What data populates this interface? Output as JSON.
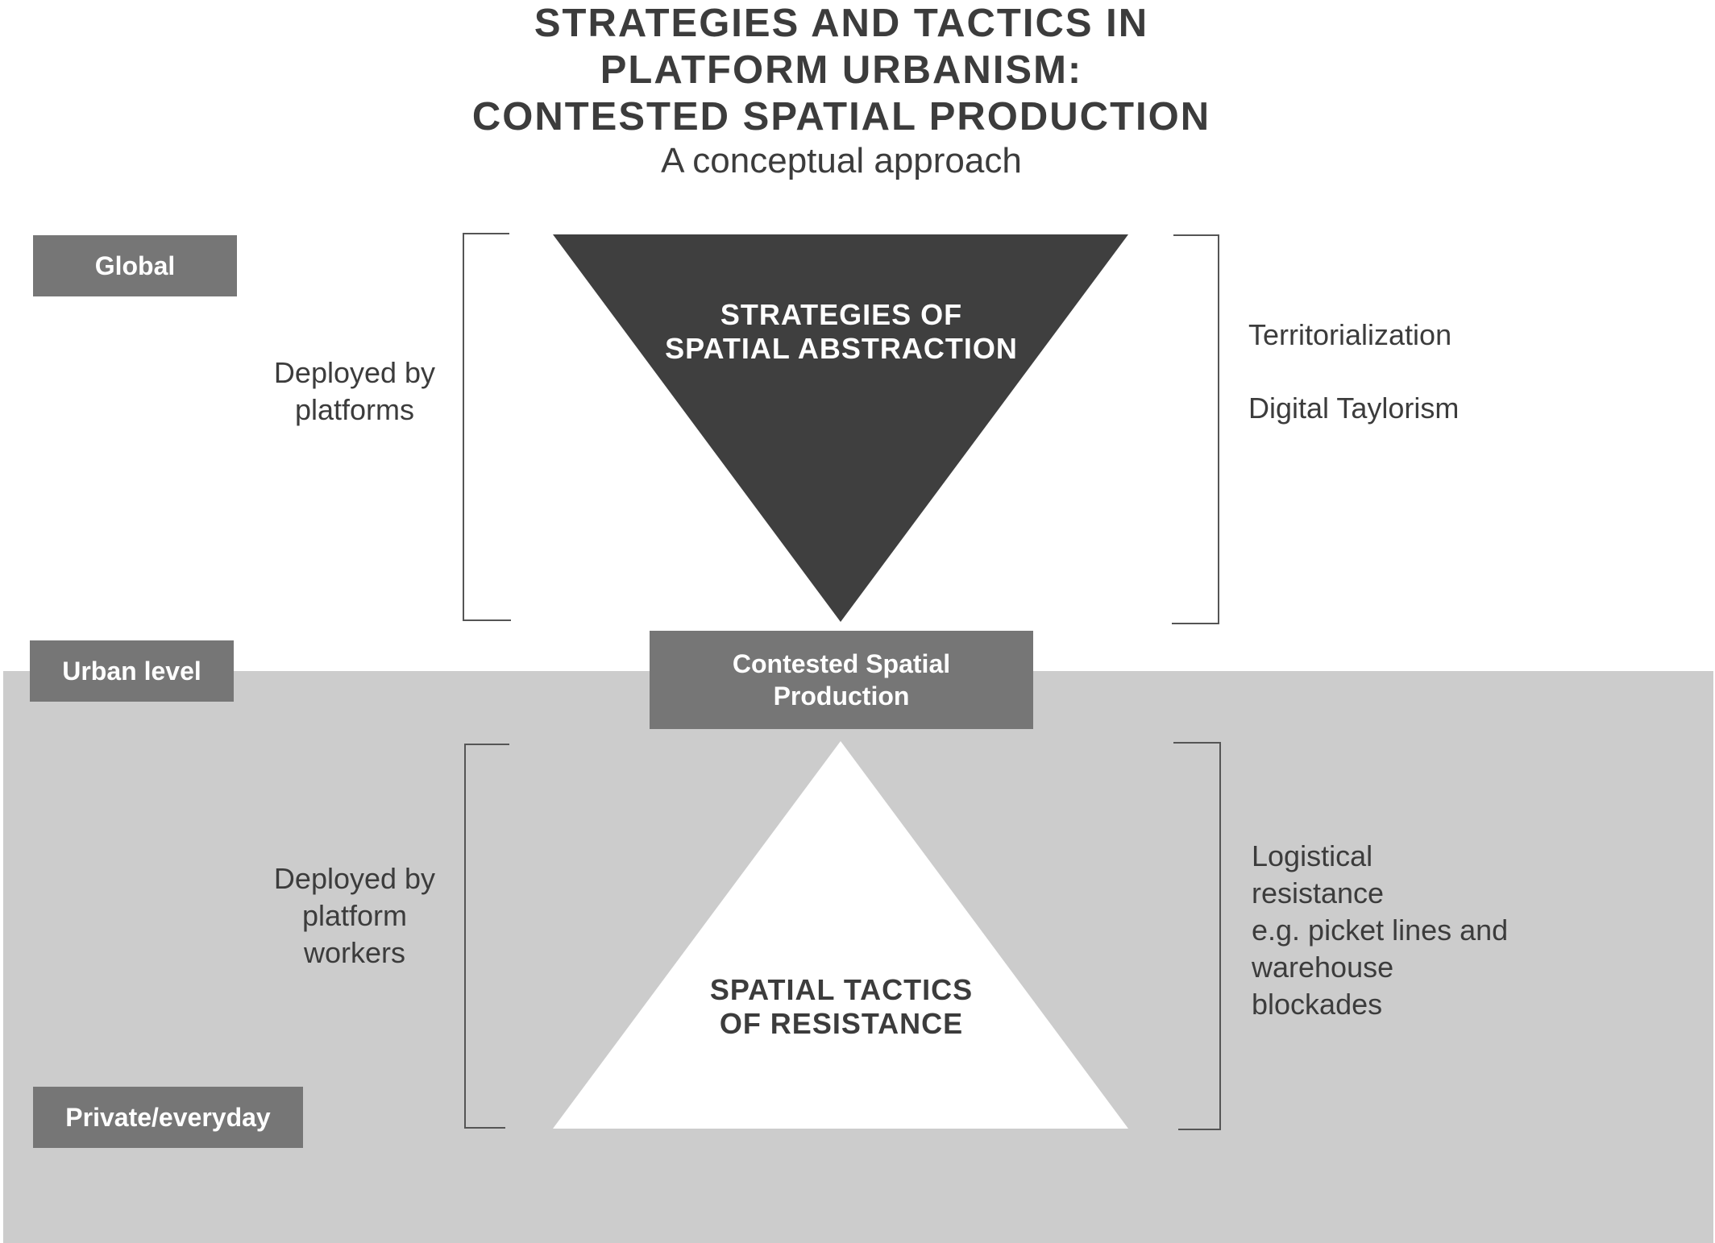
{
  "header": {
    "title_lines": [
      "STRATEGIES AND TACTICS IN",
      "PLATFORM URBANISM:",
      "CONTESTED SPATIAL PRODUCTION"
    ],
    "subtitle": "A conceptual approach"
  },
  "levels": {
    "global": "Global",
    "urban": "Urban level",
    "private": "Private/everyday"
  },
  "top_triangle": {
    "label_lines": [
      "STRATEGIES OF",
      "SPATIAL ABSTRACTION"
    ],
    "fill": "#3f3f3f"
  },
  "center_box": {
    "label_lines": [
      "Contested Spatial",
      "Production"
    ]
  },
  "bottom_triangle": {
    "label_lines": [
      "SPATIAL TACTICS",
      "OF RESISTANCE"
    ],
    "fill": "#ffffff"
  },
  "left_annotations": {
    "top_lines": [
      "Deployed by",
      "platforms"
    ],
    "bottom_lines": [
      "Deployed by",
      "platform",
      "workers"
    ]
  },
  "right_annotations": {
    "top_items": [
      "Territorialization",
      "Digital Taylorism"
    ],
    "bottom_lines": [
      "Logistical",
      "resistance",
      "e.g. picket lines and",
      "warehouse",
      "blockades"
    ]
  },
  "colors": {
    "level_box": "#767676",
    "lower_band": "#cccccc",
    "text": "#3c3c3c",
    "bracket": "#555555"
  }
}
